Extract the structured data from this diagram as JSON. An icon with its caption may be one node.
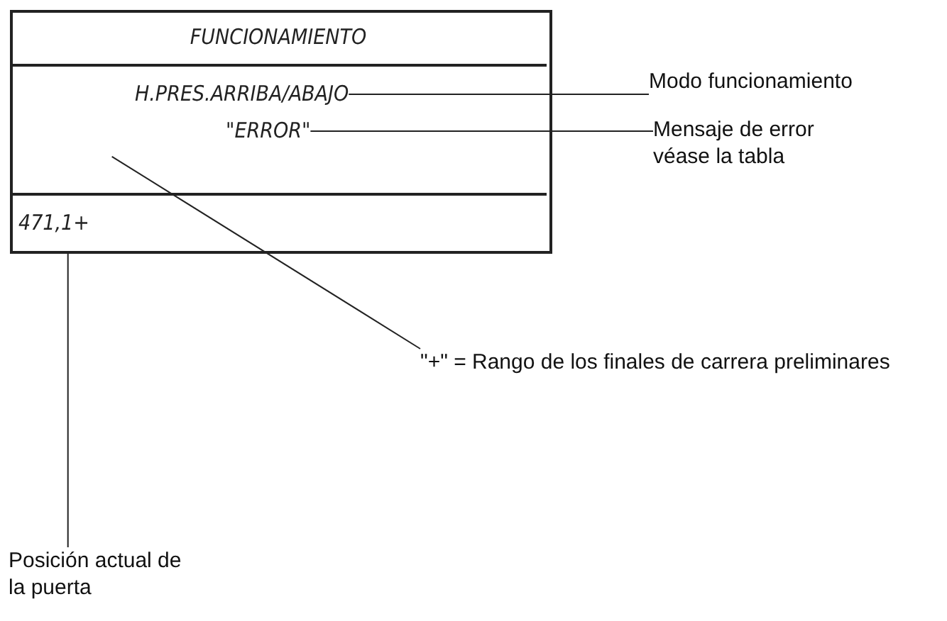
{
  "diagram": {
    "nodes": [
      {
        "text": [],
        "shape": "box"
      },
      {
        "text": [
          "FUNCIONAMIENTO"
        ],
        "in": 0
      },
      {
        "text": [],
        "shape": "box",
        "in": 0
      },
      {
        "text": [
          "H.PRES.ARRIBA/ABAJO"
        ],
        "in": 2
      },
      {
        "text": [
          "\"ERROR\""
        ],
        "in": 2
      },
      {
        "text": [
          "471,1+"
        ],
        "in": 0
      },
      {
        "text": [
          "Modo funcionamiento"
        ]
      },
      {
        "text": [
          "Mensaje de error véase la tabla"
        ]
      },
      {
        "text": [
          "\"+\" = Rango de los finales de carrera preliminares"
        ]
      },
      {
        "text": [
          "Posición actual de la puerta"
        ]
      }
    ],
    "edges": [
      {
        "from": 6,
        "to": 3,
        "arrow": "none"
      },
      {
        "from": 7,
        "to": 4,
        "arrow": "none"
      },
      {
        "from": 8,
        "to": 2,
        "arrow": "none"
      },
      {
        "from": 9,
        "to": 5,
        "arrow": "none"
      }
    ]
  }
}
